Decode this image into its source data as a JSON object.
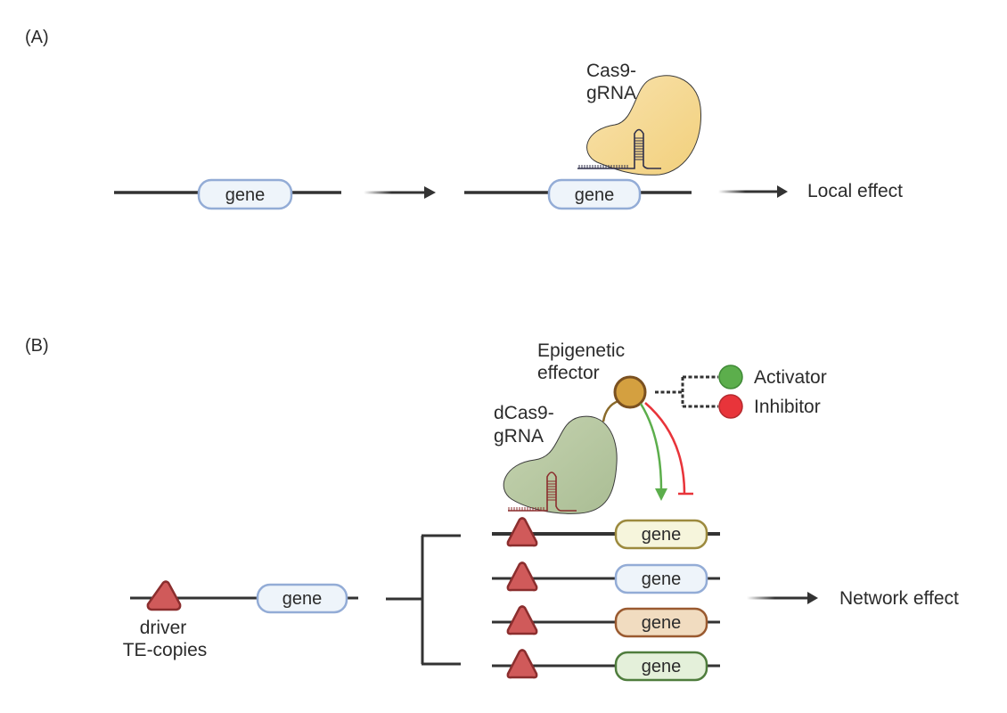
{
  "panels": {
    "a": {
      "label": "(A)",
      "gene_label": "gene",
      "cas9_label_line1": "Cas9-",
      "cas9_label_line2": "gRNA",
      "result_label": "Local effect"
    },
    "b": {
      "label": "(B)",
      "gene_label": "gene",
      "driver_label_line1": "driver",
      "driver_label_line2": "TE-copies",
      "effector_label_line1": "Epigenetic",
      "effector_label_line2": "effector",
      "dcas9_label_line1": "dCas9-",
      "dcas9_label_line2": "gRNA",
      "activator_label": "Activator",
      "inhibitor_label": "Inhibitor",
      "result_label": "Network effect",
      "target_genes": [
        {
          "label": "gene",
          "fill": "#f6f5dc",
          "stroke": "#9c8a3e"
        },
        {
          "label": "gene",
          "fill": "#eef4fa",
          "stroke": "#93acd6"
        },
        {
          "label": "gene",
          "fill": "#f1dcc0",
          "stroke": "#9a5a30"
        },
        {
          "label": "gene",
          "fill": "#e4f0da",
          "stroke": "#4f7d3d"
        }
      ]
    }
  },
  "colors": {
    "gene_fill": "#eef4fa",
    "gene_stroke": "#93acd6",
    "cas9_fill": "#f6dc9e",
    "dcas9_fill": "#bccba6",
    "te_fill": "#d05a5a",
    "te_stroke": "#8b2e2e",
    "effector_fill": "#d4a040",
    "effector_stroke": "#7a5020",
    "activator": "#5cae4c",
    "inhibitor": "#e8343a"
  }
}
